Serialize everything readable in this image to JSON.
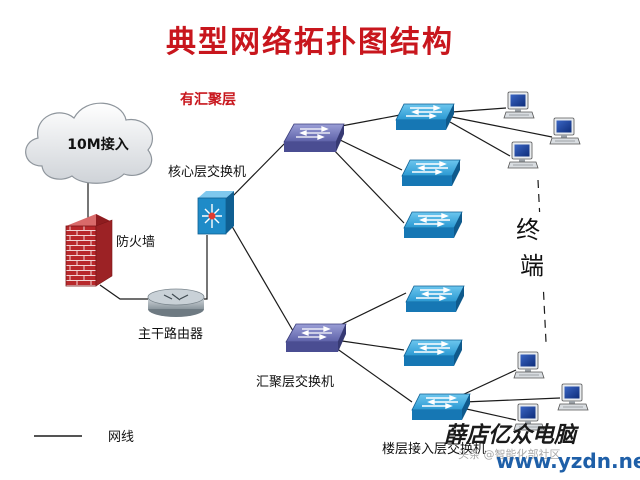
{
  "title": "典型网络拓扑图结构",
  "subtitle": "有汇聚层",
  "labels": {
    "cloud": "10M接入",
    "firewall": "防火墙",
    "router": "主干路由器",
    "core_switch": "核心层交换机",
    "agg_switch": "汇聚层交换机",
    "access_switch": "楼层接入层交换机",
    "terminal": "终端"
  },
  "legend": {
    "line": "网线"
  },
  "watermark": {
    "name": "薛店亿众电脑",
    "url": "www.yzdn.net",
    "faded": "头条 @智能化部社区"
  },
  "colors": {
    "title": "#c8161d",
    "line": "#1b1b1b",
    "switch_blue": "#1f8bc8",
    "switch_purple": "#5b5ea6",
    "brick": "#b8282b",
    "watermark_url": "#1e5fa8"
  }
}
